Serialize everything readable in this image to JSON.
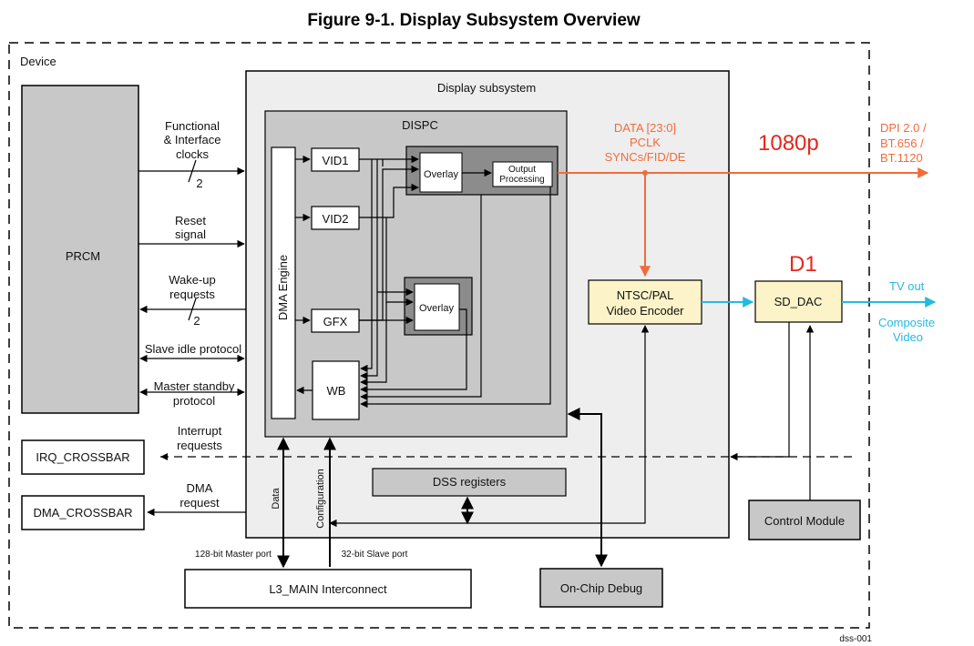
{
  "figure_title": "Figure 9-1. Display Subsystem Overview",
  "device_label": "Device",
  "display_subsystem_label": "Display subsystem",
  "dispc_label": "DISPC",
  "prcm_label": "PRCM",
  "dma_engine_label": "DMA Engine",
  "vid1_label": "VID1",
  "vid2_label": "VID2",
  "gfx_label": "GFX",
  "wb_label": "WB",
  "overlay_label": "Overlay",
  "output_processing_line1": "Output",
  "output_processing_line2": "Processing",
  "ntsc_line1": "NTSC/PAL",
  "ntsc_line2": "Video Encoder",
  "sd_dac_label": "SD_DAC",
  "dss_registers_label": "DSS registers",
  "control_module_label": "Control Module",
  "l3_main_label": "L3_MAIN Interconnect",
  "on_chip_debug_label": "On-Chip Debug",
  "irq_crossbar_label": "IRQ_CROSSBAR",
  "dma_crossbar_label": "DMA_CROSSBAR",
  "signals": {
    "functional_clocks_1": "Functional",
    "functional_clocks_2": "& Interface",
    "functional_clocks_3": "clocks",
    "functional_clocks_count": "2",
    "reset_1": "Reset",
    "reset_2": "signal",
    "wakeup_1": "Wake-up",
    "wakeup_2": "requests",
    "wakeup_count": "2",
    "slave_idle": "Slave idle protocol",
    "master_standby_1": "Master standby",
    "master_standby_2": "protocol",
    "interrupt_1": "Interrupt",
    "interrupt_2": "requests",
    "dma_request_1": "DMA",
    "dma_request_2": "request",
    "data_vertical": "Data",
    "configuration_vertical": "Configuration",
    "master_port": "128-bit Master port",
    "slave_port": "32-bit Slave port"
  },
  "output_signals": {
    "data_1": "DATA [23:0]",
    "data_2": "PCLK",
    "data_3": "SYNCs/FID/DE",
    "dpi_1": "DPI 2.0 /",
    "dpi_2": "BT.656 /",
    "dpi_3": "BT.1120",
    "tv_out": "TV out",
    "composite_1": "Composite",
    "composite_2": "Video"
  },
  "annotations": {
    "res_1080p": "1080p",
    "res_d1": "D1"
  },
  "footer_id": "dss-001",
  "colors": {
    "orange_signal": "#f26b3a",
    "cyan_signal": "#26b9e0",
    "red_annotation": "#e8261b",
    "subsystem_fill": "#eeeeee",
    "dispc_fill": "#c8c8c8",
    "overlay_group_fill": "#8c8c8c",
    "encoder_fill": "#fdf3c8"
  }
}
